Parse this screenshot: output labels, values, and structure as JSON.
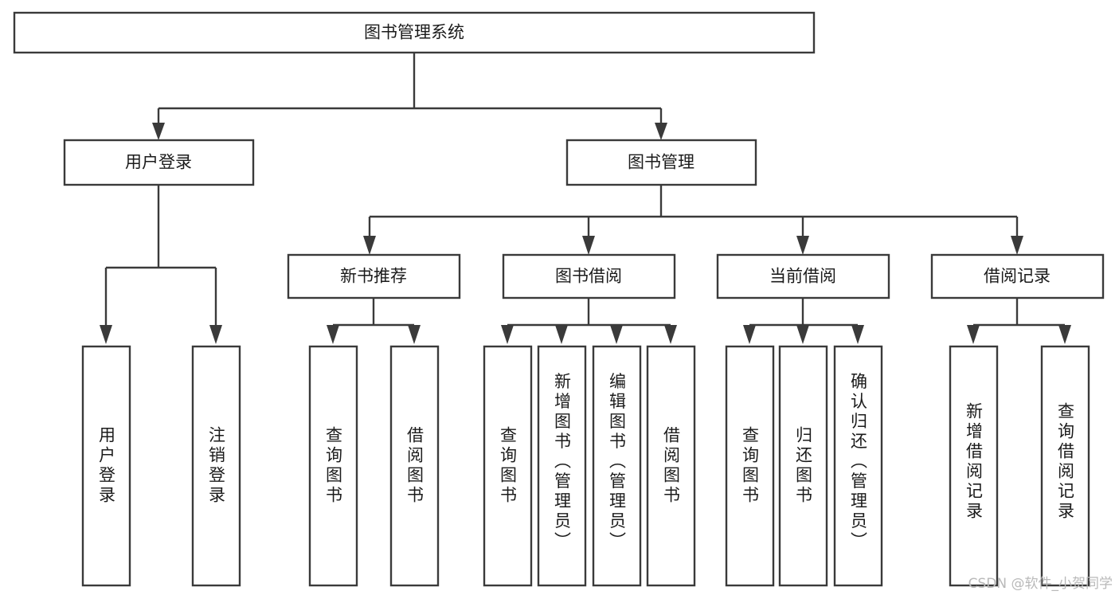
{
  "diagram": {
    "type": "hierarchy-tree",
    "title": "图书管理系统",
    "watermark": "CSDN @软件_小贺同学",
    "colors": {
      "stroke": "#3a3a3a",
      "fill": "#ffffff",
      "text": "#1b1b1b",
      "watermark": "#b9b9b9"
    },
    "root": {
      "label": "图书管理系统"
    },
    "level2": [
      {
        "label": "用户登录"
      },
      {
        "label": "图书管理"
      }
    ],
    "level3": [
      {
        "label": "新书推荐"
      },
      {
        "label": "图书借阅"
      },
      {
        "label": "当前借阅"
      },
      {
        "label": "借阅记录"
      }
    ],
    "leaves": {
      "user_login": [
        {
          "label": "用户登录"
        },
        {
          "label": "注销登录"
        }
      ],
      "new_book_recommend": [
        {
          "label": "查询图书"
        },
        {
          "label": "借阅图书"
        }
      ],
      "book_borrow": [
        {
          "label": "查询图书"
        },
        {
          "label": "新增图书（管理员）"
        },
        {
          "label": "编辑图书（管理员）"
        },
        {
          "label": "借阅图书"
        }
      ],
      "current_borrow": [
        {
          "label": "查询图书"
        },
        {
          "label": "归还图书"
        },
        {
          "label": "确认归还（管理员）"
        }
      ],
      "borrow_record": [
        {
          "label": "新增借阅记录"
        },
        {
          "label": "查询借阅记录"
        }
      ]
    }
  }
}
